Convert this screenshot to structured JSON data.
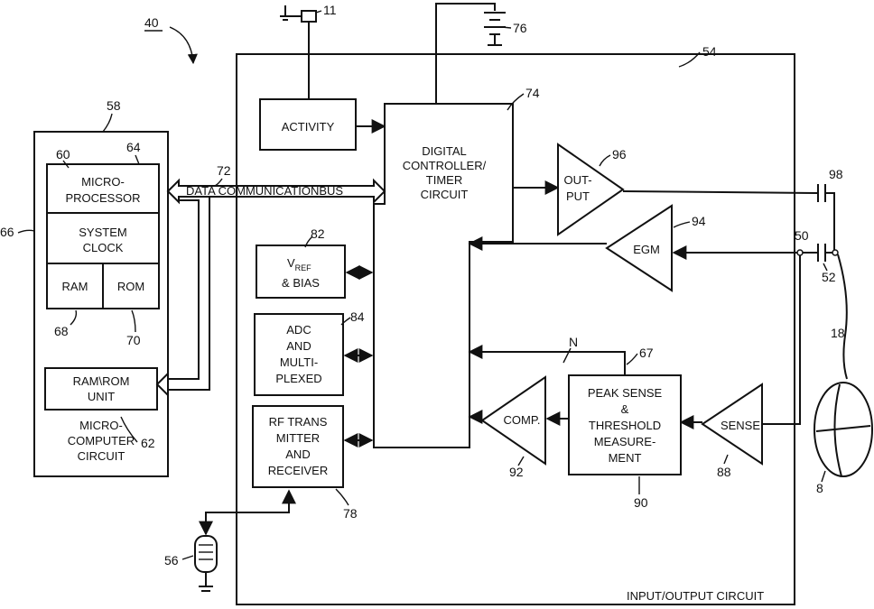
{
  "refs": {
    "r40": "40",
    "r11": "11",
    "r76": "76",
    "r54": "54",
    "r74": "74",
    "r58": "58",
    "r60": "60",
    "r64": "64",
    "r66": "66",
    "r68": "68",
    "r70": "70",
    "r62": "62",
    "r72": "72",
    "r82": "82",
    "r84": "84",
    "r78": "78",
    "r96": "96",
    "r94": "94",
    "r98": "98",
    "r50": "50",
    "r52": "52",
    "r67": "67",
    "r92": "92",
    "r90": "90",
    "r88": "88",
    "r18": "18",
    "r8": "8",
    "r56": "56",
    "rN": "N"
  },
  "blocks": {
    "activity": "ACTIVITY",
    "digital_controller": [
      "DIGITAL",
      "CONTROLLER/",
      "TIMER",
      "CIRCUIT"
    ],
    "microprocessor": [
      "MICRO-",
      "PROCESSOR"
    ],
    "system_clock": [
      "SYSTEM",
      "CLOCK"
    ],
    "ram": "RAM",
    "rom": "ROM",
    "ram_rom_unit": [
      "RAM\\ROM",
      "UNIT"
    ],
    "microcomputer_label": [
      "MICRO-",
      "COMPUTER",
      "CIRCUIT"
    ],
    "data_bus": "DATA COMMUNICATIONBUS",
    "vref_main": "V",
    "vref_sub": "REF",
    "vref_bias": "& BIAS",
    "adc": [
      "ADC",
      "AND",
      "MULTI-",
      "PLEXED"
    ],
    "rf": [
      "RF TRANS",
      "MITTER",
      "AND",
      "RECEIVER"
    ],
    "output": [
      "OUT-",
      "PUT"
    ],
    "egm": "EGM",
    "comp": "COMP.",
    "peak_sense": [
      "PEAK SENSE",
      "&",
      "THRESHOLD",
      "MEASURE-",
      "MENT"
    ],
    "sense": "SENSE",
    "io_circuit": "INPUT/OUTPUT CIRCUIT"
  }
}
